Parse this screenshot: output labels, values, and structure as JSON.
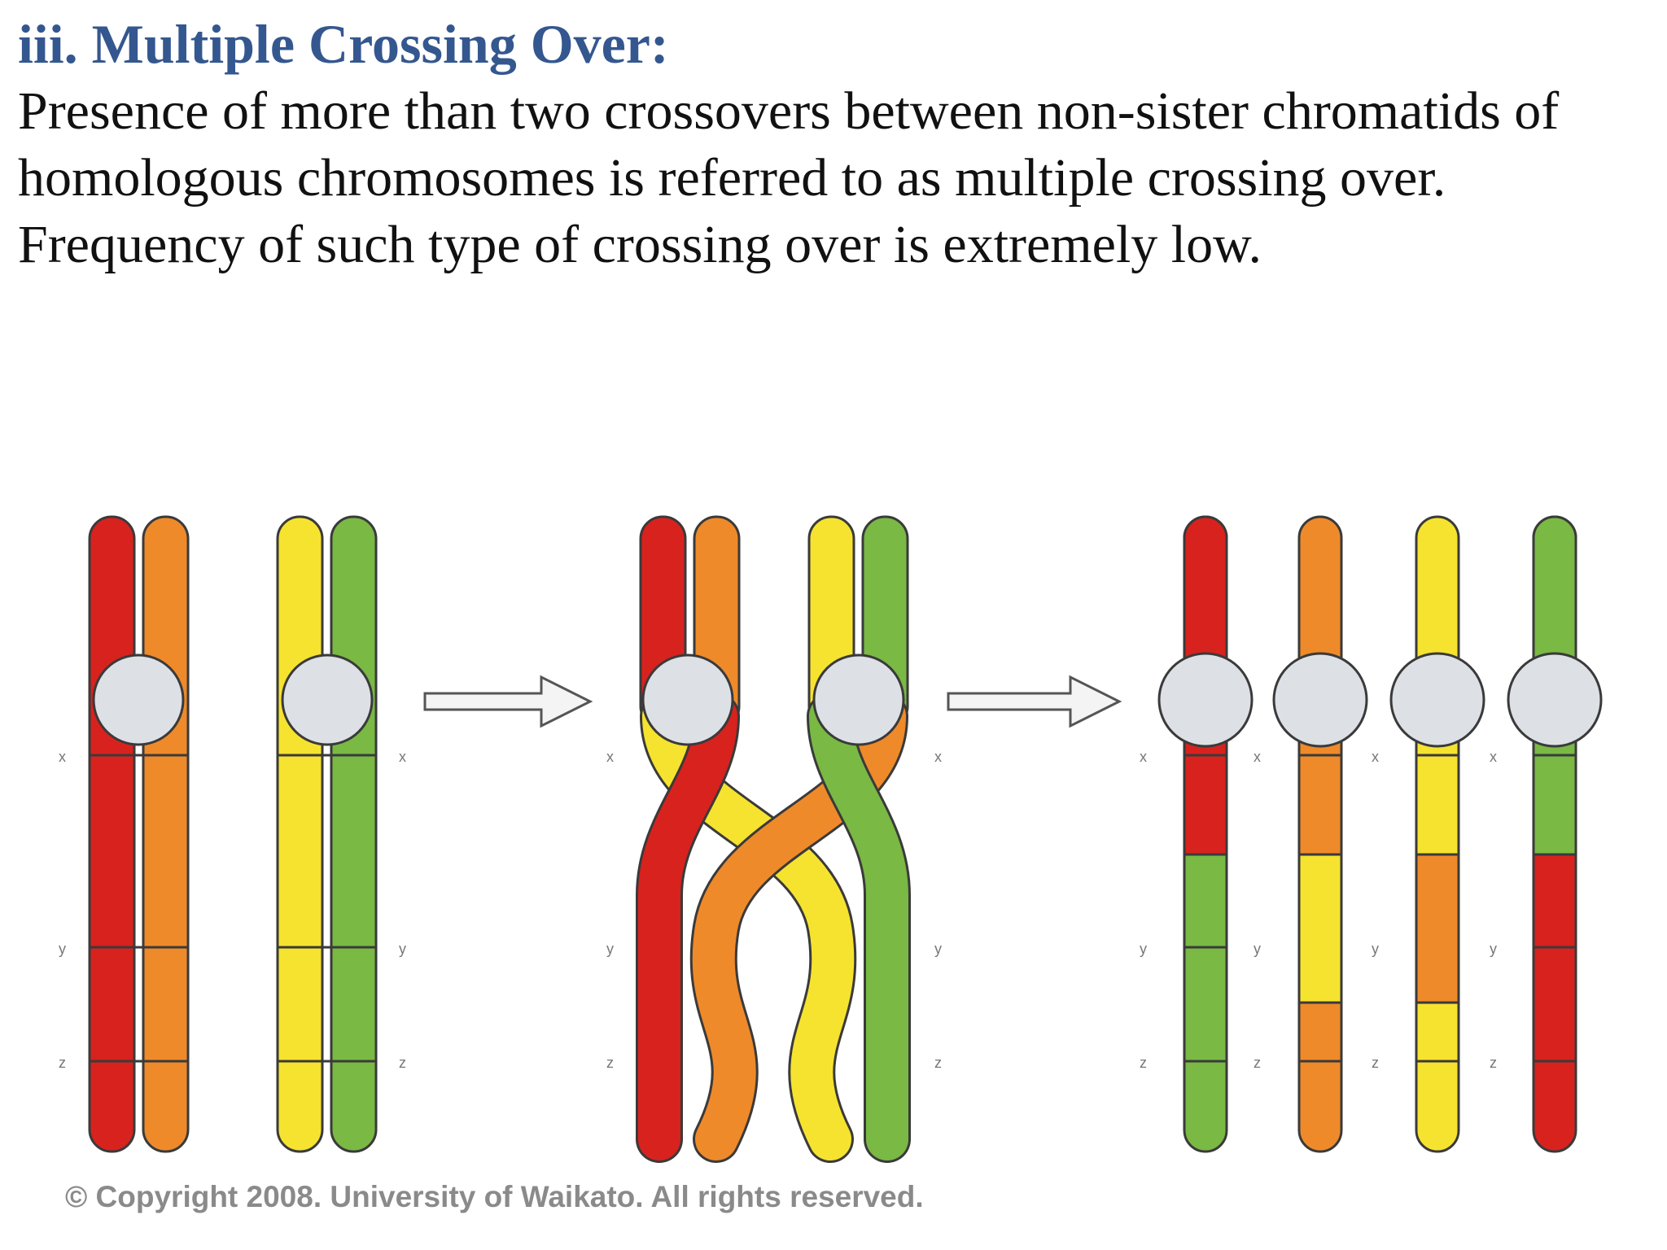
{
  "heading": "iii. Multiple Crossing Over:",
  "paragraph_lines": [
    "Presence of more than two crossovers between non-sister chromatids of",
    "homologous chromosomes is referred to as multiple crossing over.",
    "Frequency of such type of crossing over is extremely low."
  ],
  "figure": {
    "copyright": "© Copyright 2008. University of Waikato. All rights reserved.",
    "markers": [
      "x",
      "y",
      "z"
    ],
    "colors": {
      "red": "#d8221e",
      "orange": "#ef8a2a",
      "yellow": "#f6e32f",
      "green": "#79b944",
      "centromere": "#dde1e6",
      "outline": "#3a3a3a"
    },
    "icons": [
      "arrow-right-icon",
      "arrow-right-icon"
    ]
  }
}
